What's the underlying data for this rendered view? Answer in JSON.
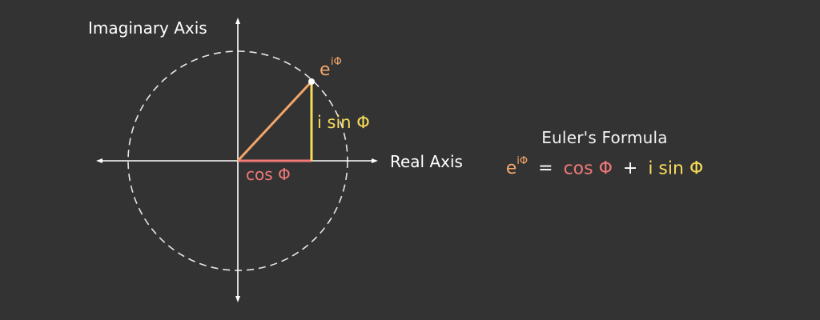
{
  "diagram": {
    "axis_labels": {
      "imaginary": "Imaginary Axis",
      "real": "Real Axis"
    },
    "point_label": {
      "base": "e",
      "exponent": "iΦ"
    },
    "segment_labels": {
      "cos": "cos Φ",
      "sin": "i sin Φ"
    },
    "colors": {
      "background": "#333333",
      "axis": "#ffffff",
      "circle": "#e6e6e6",
      "exponential": "#f2a66b",
      "cos": "#f07878",
      "sin": "#f7dc5a"
    }
  },
  "formula": {
    "title": "Euler's Formula",
    "lhs_base": "e",
    "lhs_exponent": "iΦ",
    "equals": "=",
    "cos_term": "cos Φ",
    "plus": "+",
    "sin_term": "i sin Φ"
  }
}
